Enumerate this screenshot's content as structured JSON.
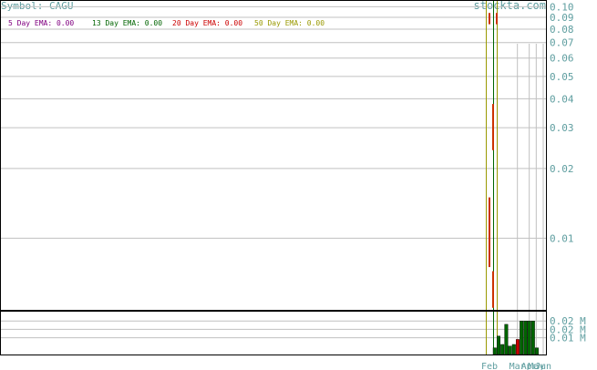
{
  "header": {
    "symbol_label": "Symbol: CAGU",
    "brand": "stockta.com"
  },
  "colors": {
    "ema5": "#800080",
    "ema13": "#006400",
    "ema20": "#cc0000",
    "ema50": "#999900",
    "grid": "#c0c0c0",
    "axis_text": "#5f9ea0",
    "candle": "#cc3300",
    "volume_bar": "#006400",
    "volume_bar_down": "#cc0000"
  },
  "legend": [
    {
      "label": "5 Day EMA: 0.00",
      "color": "#800080"
    },
    {
      "label": "13 Day EMA: 0.00",
      "color": "#006400"
    },
    {
      "label": "20 Day EMA: 0.00",
      "color": "#cc0000"
    },
    {
      "label": "50 Day EMA: 0.00",
      "color": "#999900"
    }
  ],
  "chart_data": [
    {
      "type": "line",
      "title": "",
      "scale": "log",
      "ylim": [
        0.0049,
        0.105
      ],
      "y_ticks": [
        {
          "value": 0.1,
          "label": "0.10"
        },
        {
          "value": 0.09,
          "label": "0.09"
        },
        {
          "value": 0.08,
          "label": "0.08"
        },
        {
          "value": 0.07,
          "label": "0.07"
        },
        {
          "value": 0.06,
          "label": "0.06"
        },
        {
          "value": 0.05,
          "label": "0.05"
        },
        {
          "value": 0.04,
          "label": "0.04"
        },
        {
          "value": 0.03,
          "label": "0.03"
        },
        {
          "value": 0.02,
          "label": "0.02"
        },
        {
          "value": 0.01,
          "label": "0.01"
        }
      ],
      "x_ticks": [
        {
          "label": "Feb",
          "pos": 0.0
        },
        {
          "label": "Mar",
          "pos": 0.52
        },
        {
          "label": "Apr",
          "pos": 0.74
        },
        {
          "label": "May",
          "pos": 0.87
        },
        {
          "label": "Jun",
          "pos": 1.0
        }
      ],
      "price_segments": [
        {
          "low": 0.084,
          "high": 0.094
        },
        {
          "low": 0.024,
          "high": 0.038
        },
        {
          "low": 0.0075,
          "high": 0.015
        },
        {
          "low": 0.005,
          "high": 0.0072
        }
      ],
      "grid": true
    },
    {
      "type": "bar",
      "title": "",
      "y_ticks": [
        {
          "value": 0.02,
          "label": "0.02 M"
        },
        {
          "value": 0.015,
          "label": "0.02 M"
        },
        {
          "value": 0.01,
          "label": "0.01 M"
        }
      ],
      "ylim": [
        0,
        0.025
      ],
      "values": [
        0.004,
        0.011,
        0.006,
        0.018,
        0.005,
        0.006,
        0.009,
        0.02,
        0.02,
        0.02,
        0.02,
        0.004
      ],
      "highlight_index": 6,
      "grid": true
    }
  ]
}
